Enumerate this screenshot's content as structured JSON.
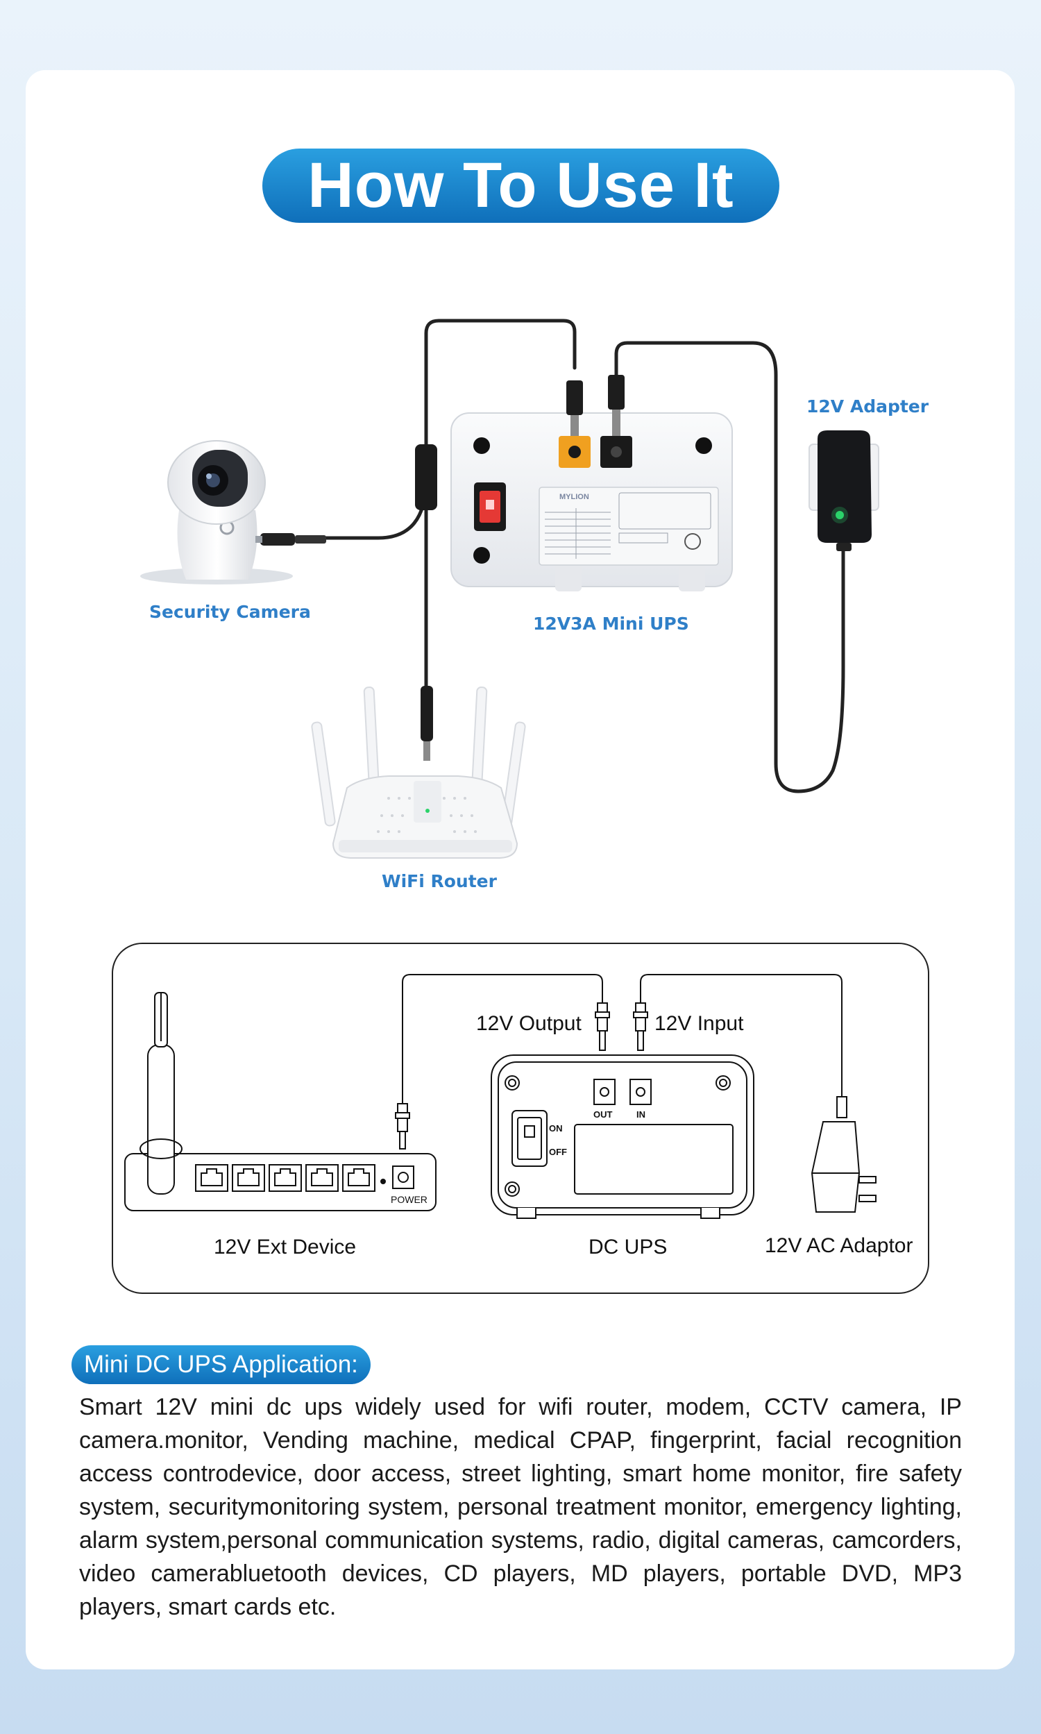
{
  "header": {
    "title": "How To Use It"
  },
  "photo_labels": {
    "adapter": "12V Adapter",
    "camera": "Security Camera",
    "ups": "12V3A Mini UPS",
    "router": "WiFi Router"
  },
  "ups_sticker": {
    "brand": "MYLION"
  },
  "diagram": {
    "output_label": "12V Output",
    "input_label": "12V Input",
    "ext_device": "12V Ext Device",
    "dc_ups": "DC UPS",
    "ac_adaptor": "12V AC Adaptor",
    "power_text": "POWER",
    "out_text": "OUT",
    "in_text": "IN",
    "on_text": "ON",
    "off_text": "OFF"
  },
  "application": {
    "title": "Mini DC UPS Application:",
    "body": "Smart 12V mini dc ups widely used for wifi router, modem, CCTV camera, IP camera.monitor, Vending machine, medical CPAP, fingerprint, facial recognition access controdevice, door access, street lighting, smart home monitor, fire safety system, securitymonitoring system, personal treatment monitor, emergency lighting, alarm system,personal communication systems, radio, digital cameras, camcorders, video camerabluetooth devices, CD players, MD players, portable DVD, MP3 players, smart cards etc."
  },
  "colors": {
    "accent_blue": "#1a86d0",
    "label_blue": "#2f7fc8",
    "led_green": "#2bd36a",
    "switch_red": "#e53935",
    "port_orange": "#f0a020"
  }
}
